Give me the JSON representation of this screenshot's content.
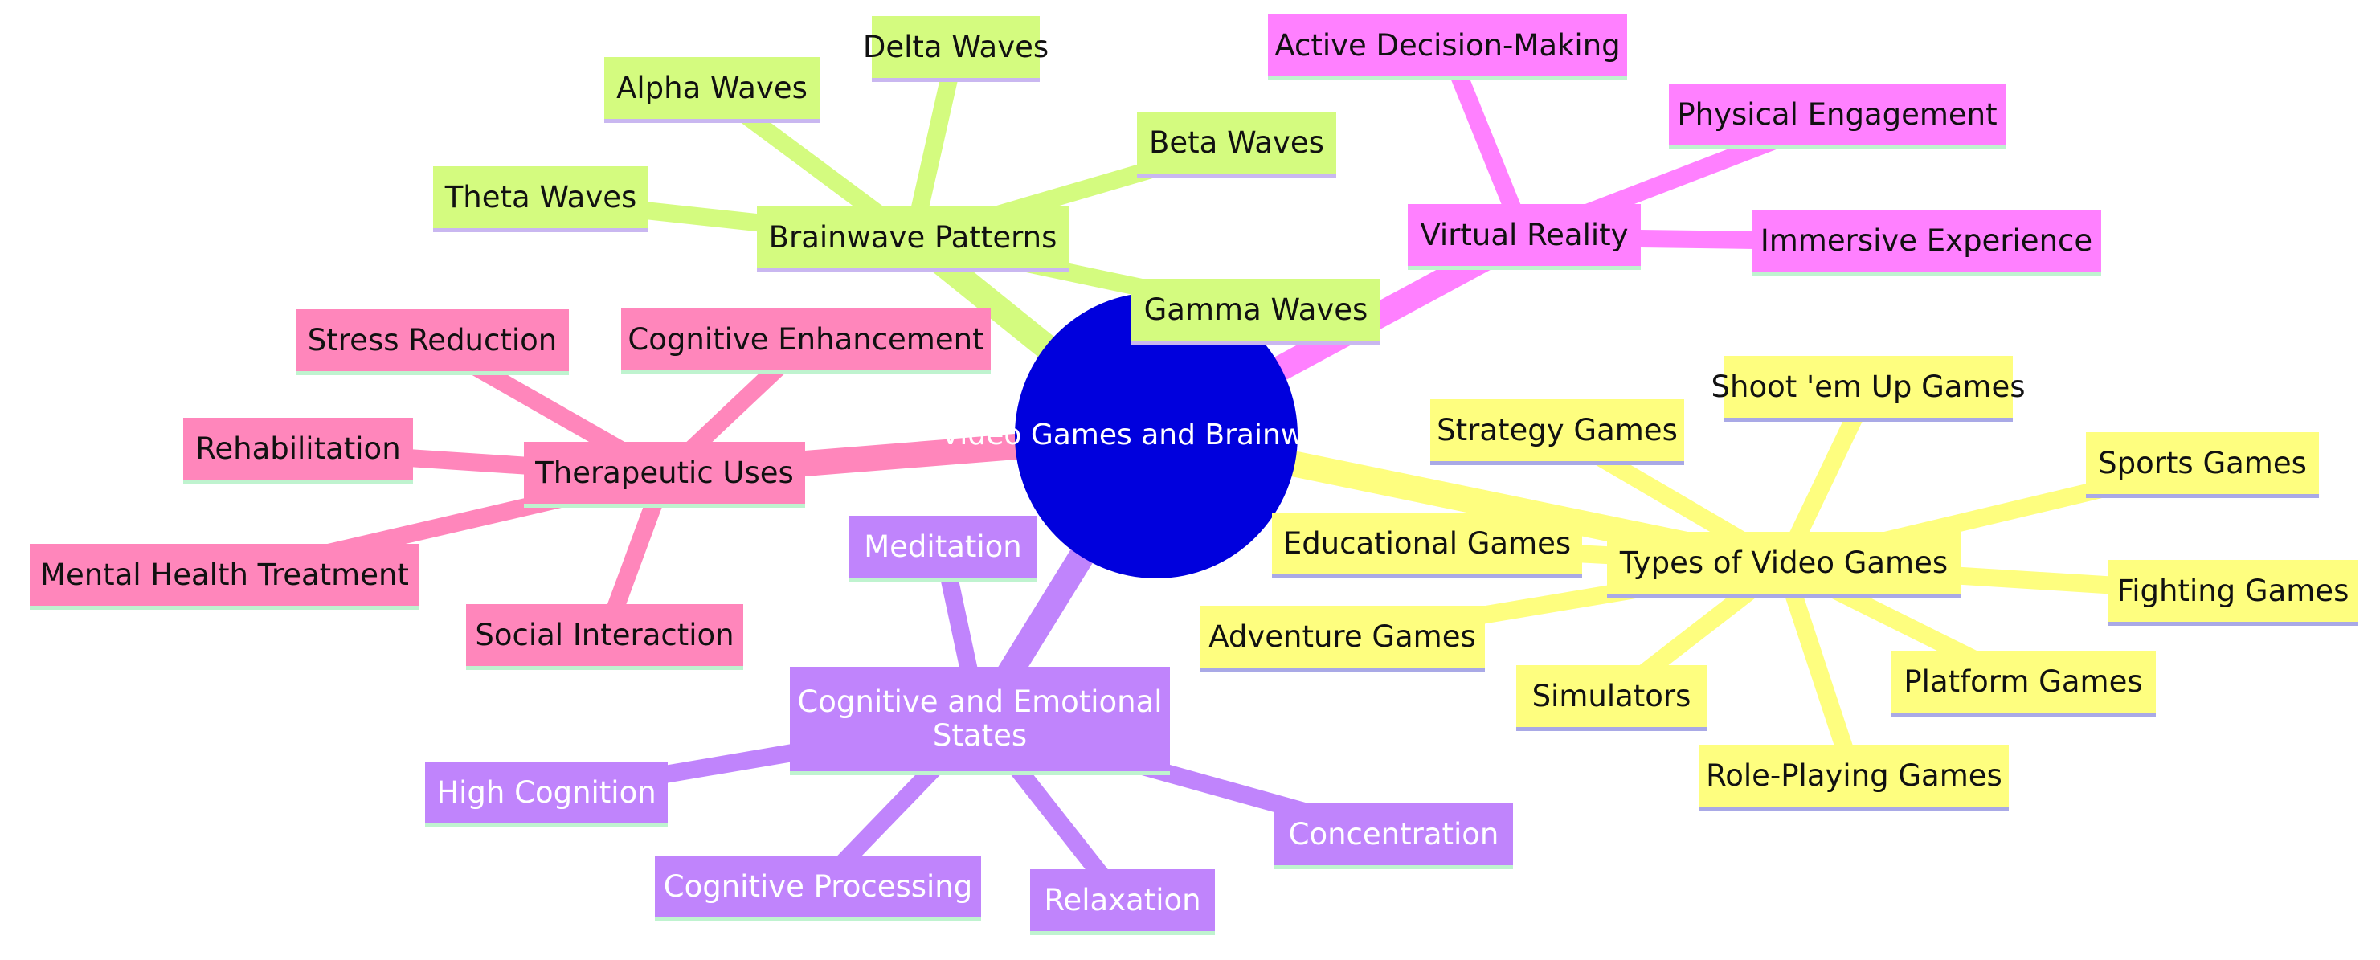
{
  "diagram": {
    "type": "mindmap",
    "root": {
      "id": "root",
      "label": "Video Games and Brainwaves",
      "color": "#0000dd",
      "text_color": "#ffffff"
    },
    "branches": [
      {
        "id": "brainwave",
        "label": "Brainwave Patterns",
        "color": "#d4fb7f",
        "underline": "#c9b7f0",
        "text_color": "#111111",
        "children": [
          {
            "id": "delta",
            "label": "Delta Waves"
          },
          {
            "id": "alpha",
            "label": "Alpha Waves"
          },
          {
            "id": "beta",
            "label": "Beta Waves"
          },
          {
            "id": "theta",
            "label": "Theta Waves"
          },
          {
            "id": "gamma",
            "label": "Gamma Waves"
          }
        ]
      },
      {
        "id": "vr",
        "label": "Virtual Reality",
        "color": "#ff80ff",
        "underline": "#bff3cf",
        "text_color": "#111111",
        "children": [
          {
            "id": "adm",
            "label": "Active Decision-Making"
          },
          {
            "id": "phys",
            "label": "Physical Engagement"
          },
          {
            "id": "immersive",
            "label": "Immersive Experience"
          }
        ]
      },
      {
        "id": "types",
        "label": "Types of Video Games",
        "color": "#fefe7f",
        "underline": "#a9a9e6",
        "text_color": "#111111",
        "children": [
          {
            "id": "strategy",
            "label": "Strategy Games"
          },
          {
            "id": "shoot",
            "label": "Shoot 'em Up Games"
          },
          {
            "id": "sports",
            "label": "Sports Games"
          },
          {
            "id": "educational",
            "label": "Educational Games"
          },
          {
            "id": "fighting",
            "label": "Fighting Games"
          },
          {
            "id": "adventure",
            "label": "Adventure Games"
          },
          {
            "id": "platform",
            "label": "Platform Games"
          },
          {
            "id": "simulators",
            "label": "Simulators"
          },
          {
            "id": "rpg",
            "label": "Role-Playing Games"
          }
        ]
      },
      {
        "id": "therapeutic",
        "label": "Therapeutic Uses",
        "color": "#ff86bb",
        "underline": "#bff3cf",
        "text_color": "#111111",
        "children": [
          {
            "id": "stress",
            "label": "Stress Reduction"
          },
          {
            "id": "cogenh",
            "label": "Cognitive Enhancement"
          },
          {
            "id": "rehab",
            "label": "Rehabilitation"
          },
          {
            "id": "mental",
            "label": "Mental Health Treatment"
          },
          {
            "id": "social",
            "label": "Social Interaction"
          }
        ]
      },
      {
        "id": "cogemo",
        "label": "Cognitive and Emotional States",
        "color": "#c084fc",
        "underline": "#bff3cf",
        "text_color": "#ffffff",
        "children": [
          {
            "id": "meditation",
            "label": "Meditation"
          },
          {
            "id": "highcog",
            "label": "High Cognition"
          },
          {
            "id": "concentration",
            "label": "Concentration"
          },
          {
            "id": "cogproc",
            "label": "Cognitive Processing"
          },
          {
            "id": "relaxation",
            "label": "Relaxation"
          }
        ]
      }
    ]
  }
}
